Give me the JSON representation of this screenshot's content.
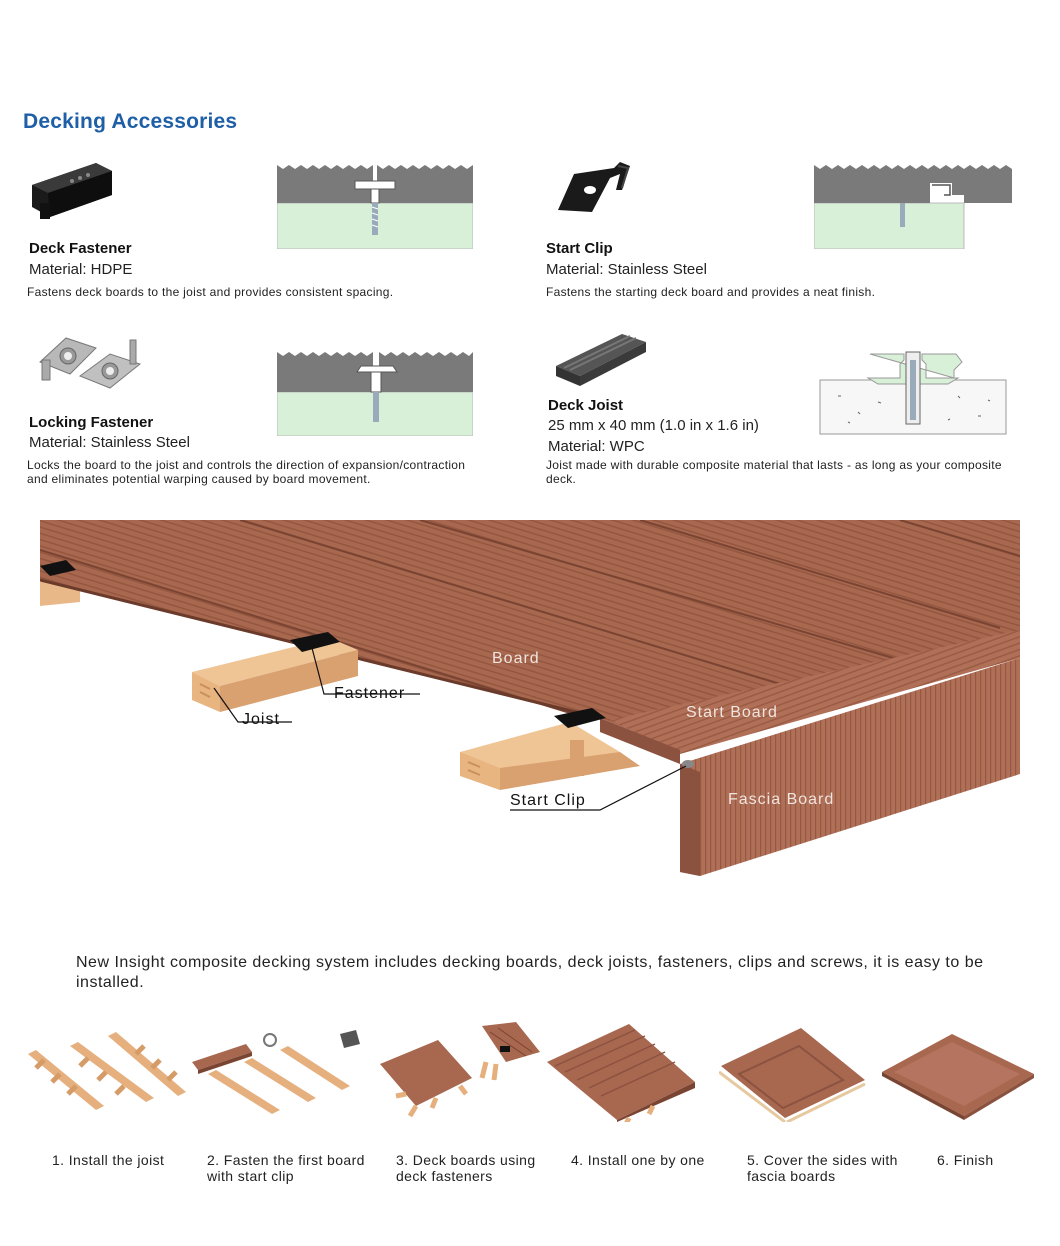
{
  "page": {
    "title": "Decking Accessories"
  },
  "accessories": [
    {
      "name": "Deck Fastener",
      "material": "Material: HDPE",
      "description": "Fastens deck boards to the joist and provides consistent spacing."
    },
    {
      "name": "Start Clip",
      "material": "Material: Stainless Steel",
      "description": "Fastens the starting deck board and provides a neat finish."
    },
    {
      "name": "Locking Fastener",
      "material": "Material: Stainless Steel",
      "description_line1": "Locks the board to the joist and controls the direction of expansion/contraction",
      "description_line2": "and eliminates potential warping caused by board movement."
    },
    {
      "name": "Deck Joist",
      "size": "25 mm x 40 mm (1.0 in x 1.6 in)",
      "material": "Material: WPC",
      "description_line1": "Joist made with durable composite material that lasts - as long as your composite",
      "description_line2": "deck."
    }
  ],
  "diagram": {
    "labels": {
      "board": "Board",
      "fastener": "Fastener",
      "joist": "Joist",
      "start_board": "Start Board",
      "start_clip": "Start Clip",
      "fascia_board": "Fascia Board"
    },
    "colors": {
      "board": "#a8674f",
      "board_dark": "#8c5240",
      "joist": "#e8b888",
      "fastener": "#111111",
      "fascia": "#b06f57"
    }
  },
  "intro": "New Insight composite decking system includes decking boards, deck joists, fasteners, clips and screws, it is easy to be installed.",
  "steps": [
    {
      "line1": "1. Install the joist",
      "line2": ""
    },
    {
      "line1": "2. Fasten the first board",
      "line2": "with start clip"
    },
    {
      "line1": "3. Deck boards using",
      "line2": "deck fasteners"
    },
    {
      "line1": "4. Install one by one",
      "line2": ""
    },
    {
      "line1": "5. Cover the sides with",
      "line2": "fascia boards"
    },
    {
      "line1": "6. Finish",
      "line2": ""
    }
  ]
}
